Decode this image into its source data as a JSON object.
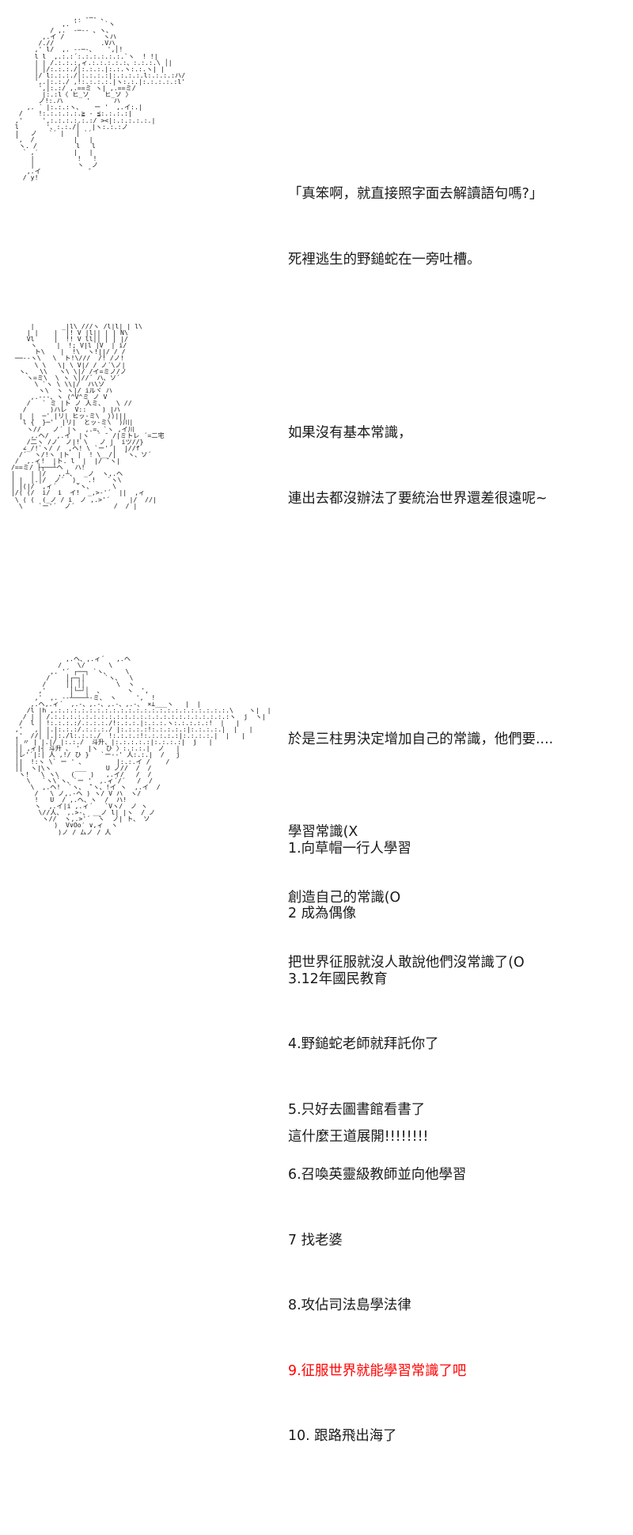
{
  "page": {
    "background": "#ffffff",
    "text_color": "#1a1a1a",
    "highlight_color": "#ff0000",
    "art_color": "#141414"
  },
  "panels": [
    {
      "id": "panel-1",
      "art_name": "character-portrait-ascii-art-1",
      "art": "                ,. -─- 、\n             ,. '´      `ヽ\n          / ,.  -─‐- 、ヽ、\n        ,.イ /          ヽハ\n       /.//            .Vハ\n      ,' l/  ,. -‐─-、   ',│!\n      l l  ,.:.:´:.:.:.:.:.:.`ヽ  ! !|\n      | | /.:.:.:,ィ.:.:.:.:.:、:.:.:.\\ │|\n      | |/:.:.:./│:.:.:.|:.:.ヽ:.:.ヽ| |\n      |/ l:.:.:./│:.:.:.:|:.:.:.:.l:.:.:.:ハ/\n      ',.|:.:./ ,!:.:.:.:.|ヽ:.:.|:.:.:.:.:l'\n       ',|:.:/ ,.==ミ ヽ| ,.==ミ/\n        |:.:l〈 ヒ_ソ    ヒ_ソ 〉\n       ノ!:.ハ      '      ハ\n    ,. ´ |:.:.:ヽ、   ー '  ,.イ:.|\n  /    !:.:.:.:.:.≧ - ≦:.:.:.:|\n ,'     ',:.:.:.:.:.:/ ><|:.:.:.:.:.|\n l       '、:.:./│   |ヽ:.:.:ノ\n |   ノ   `´ |   | `´\n ',  /          |   |\n  ヽ. /          l   l\n   ` ,′         |   |\n     |           !   !\n     |           ヽ  ノ\n    ,.イ            ̄\n   / y!",
      "text": {
        "paragraphs": [
          {
            "name": "dialogue-paragraph",
            "lines": [
              "「真笨啊，就直接照字面去解讀語句嗎?」",
              "死裡逃生的野鎚蛇在一旁吐槽。"
            ]
          },
          {
            "name": "narration-paragraph",
            "lines": [
              "如果沒有基本常識，",
              "連出去都沒辦法了要統治世界還差很遠呢~"
            ]
          }
        ]
      }
    },
    {
      "id": "panel-2",
      "art_name": "character-portrait-ascii-art-2",
      "art": "     |       _|l\\ ///ヽ /l|l| | l\\\n    | |    |  |! V |l|| | | N\\\n    Vl     |  !! V ll|| | | |/\n     ヽ     |  !; V|l |V  | i/\n      ト\\    |  !\\  ヽ!||/ / /\n ──‐-ヽ\\   \\  ト!\\///  /! /ノ!\n      \\ \\   \\| \\ V|/ / ノ´\\ノ|\n  ヽ、  \\\\   ヽ\\ \\|/ /イ=ミノ/ノ\n    ヽ=ミ\\  \\ ヽ \\|//´ ハ、ソ´\n      \\ `ヽ \\ \\\\|/  ハ\\ソ\n       ヽ\\  ヽ ヽ|/ iルヾ ハ\n     ,.-‐-、ヽ (^V^ミ ノ V\n    /   ` ミ |ト ノ 人ミ、   \\ //\n   /      )ハレ  V::    ) |ハ\n  |  |  ─' |リ| ヒッ-ミ\\  ))|||\n   l {  }─'  |リ|  とッ-ミ\\  )川|\n    ヽ//   ノ´ |ヽ  ,.=、`ヽ ,イ川\n     ,.ヘ/  ,.イ  |ヽ  ´ ̄  /|ミトレ ´=二宅\n    /二ヽ /ノ  ノ|! \\   ノ |  iツ//}\n   ∠_/!`ヽ/ /  ,ヘ! \\ `ー'´|  |//f\n  /´  ヽ/!ヽ |ト  |  ! \\__/|  `ヽ、ソ´\n /  ,.ィ!  |ト. l  |  |/ ̄ ヽ|\n/==ミ/ ├┬──┴ヘ   ハ!\n|    | |/   ,.┴、  _ノ  ヽ,.ヘ\n| |  |.|/  ノ´  )_  .!   `ヽ\\\n| |(|/  ,ィ´     ̄`ヽ、     \\\n|/( (/  i/  i  イ!  _,>-'´  ||  ,ィ\n \\ ( (  (_ノ / i  ノ ,.>'´     |/  //|\n  \\    `ー'´  ノ´          /  / |",
      "text": {
        "intro": "於是三柱男決定增加自己的常識，他們要....",
        "options_name": "option-list",
        "options": [
          {
            "label": "1.向草帽一行人學習",
            "highlight": false
          },
          {
            "label": "2 成為偶像",
            "highlight": false
          },
          {
            "label": "3.12年國民教育",
            "highlight": false
          },
          {
            "label": "4.野鎚蛇老師就拜託你了",
            "highlight": false
          },
          {
            "label": "5.只好去圖書館看書了",
            "highlight": false
          },
          {
            "label": "6.召喚英靈級教師並向他學習",
            "highlight": false
          },
          {
            "label": "7 找老婆",
            "highlight": false
          },
          {
            "label": "8.攻佔司法島學法律",
            "highlight": false
          },
          {
            "label": "9.征服世界就能學習常識了吧",
            "highlight": true
          },
          {
            "label": "10. 跟路飛出海了",
            "highlight": false
          }
        ]
      }
    },
    {
      "id": "panel-3",
      "art_name": "character-portrait-ascii-art-3",
      "art": "              ,.ヘ、,.ィ´   ,.ヘ\n            /    \\/      \\\n          ,. '´ ┌──┐ `ヽ、    \\\n         /    │┌─┐│     `ヽ、  \\\n        /     ││ ││        \\  ヽ\n       ,'      │└─┘│  、      ヽ  ',\n      ,'  ,. -‐┴───┴-ミ、 ヽ     ',  !\n     ,.ヘ,.ィ´  ,.-、,.-、,.-、,.-、 ×⊥___ヽ   |  |\n    /l |h ,.:.:.:.:.:.:.:.:.:.:.:.:.:.:.:.:.:.:.:.:.:.:.\\    ヽ|  |\n   / | | /.:.:.:.:.:.:.:.:.:.:.:.:.:.:.:.:.:.:.:.:.:.:.:ヽ  j  ヽ|\n  /  l | !:.:.:.:/.:.:.:./!:.:.:.|:.:.:.ヽ:.:.:.:.:!  |   |\n ,'   ,| |.|:.:.:/.:.:.:./ |:.:.:.:!:.:.:.:.:|:.:.:.:.|  |   |\n ,'  //| |.|:./l:.:.:./  !:.:.:.:!:.:.:.:.:|:.:.:.:.|  |   |\n │ 〃 | |.|/ |:.:./  斗升、|:.:.:.:.:|:.:.:.:|  j   |\n ││ ,ィ|┤ 斗升 、 '  |ヽ  ひ 〉:.:.:.|  ノ   |\n │レ'´|:| 人 ,!/ ひ }   `ー-‐' 人:.:.|  /   j\n │|  !:ヽ \\` ー ' 、        |:.:.イ /    /\n │|  ヽ|\\ヽ      ___     U ノ//  /  /\n  ヽ!   \\ ヽ\\   (    )   ,.イ/   /  /\n    \\   `ヽ\\`ヽ、`ー '  ,.ィ´/´   /  /\n     \\  ,.ヘ!  `ヽ、 ̄`ヽ、!イ ヽ  ,.イ  /\n      /   \\ ノ,.-ヘ ) ヽ/ V ハ  ヽ/\n      !   U  / ,.ヘ、ヽ  /  ハ!\n      ヽ  ,.イ|i ,.ィ´   `Vヽ/  ノ ヽ\n       \\//人、 ,.>-、 __ノ l| |ヽ  / ノ\n        ヽ//  ヽ,.>'´  ̄ヽ  ノ| ト、 ソ\n           )  V∨Oo′ ∨,ィ  ヽ\n            )ノ / ムノ / 人",
      "text": {
        "paragraphs": [
          {
            "name": "conclusion-paragraph",
            "lines": [
              "學習常識(X",
              "創造自己的常識(O",
              "把世界征服就沒人敢說他們沒常識了(O"
            ]
          },
          {
            "name": "exclamation-paragraph",
            "lines": [
              "這什麼王道展開!!!!!!!!"
            ]
          }
        ]
      }
    }
  ]
}
